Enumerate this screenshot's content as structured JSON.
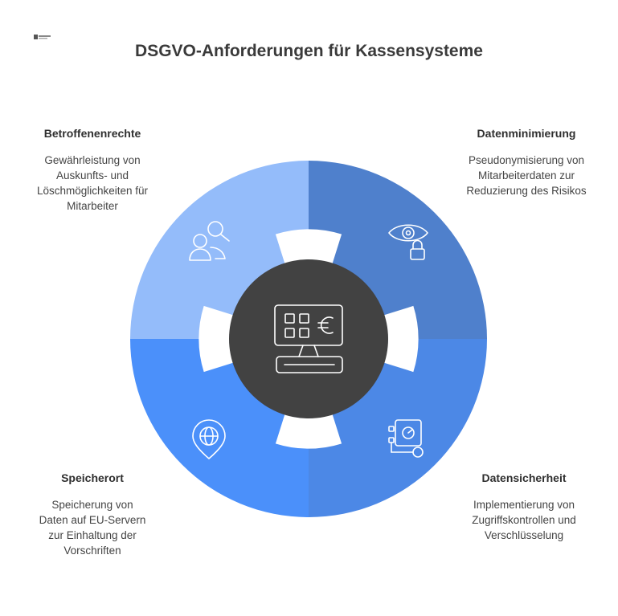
{
  "title": "DSGVO-Anforderungen für Kassensysteme",
  "colors": {
    "top_left": "#94bcfa",
    "top_right": "#4f80cc",
    "bottom_left": "#4b90fa",
    "bottom_right": "#4c88e6",
    "center": "#424242",
    "icon_stroke": "#ffffff"
  },
  "quadrants": [
    {
      "id": "tl",
      "heading": "Betroffenenrechte",
      "lines": [
        "Gewährleistung von",
        "Auskunfts- und",
        "Löschmöglichkeiten für",
        "Mitarbeiter"
      ],
      "icon": "users-search-icon"
    },
    {
      "id": "tr",
      "heading": "Datenminimierung",
      "lines": [
        "Pseudonymisierung von",
        "Mitarbeiterdaten zur",
        "Reduzierung des Risikos"
      ],
      "icon": "eye-lock-icon"
    },
    {
      "id": "bl",
      "heading": "Speicherort",
      "lines": [
        "Speicherung von",
        "Daten auf EU-Servern",
        "zur Einhaltung der",
        "Vorschriften"
      ],
      "icon": "globe-pin-icon"
    },
    {
      "id": "br",
      "heading": "Datensicherheit",
      "lines": [
        "Implementierung von",
        "Zugriffskontrollen und",
        "Verschlüsselung"
      ],
      "icon": "safe-key-icon"
    }
  ],
  "center_icon": "cash-register-euro-icon"
}
